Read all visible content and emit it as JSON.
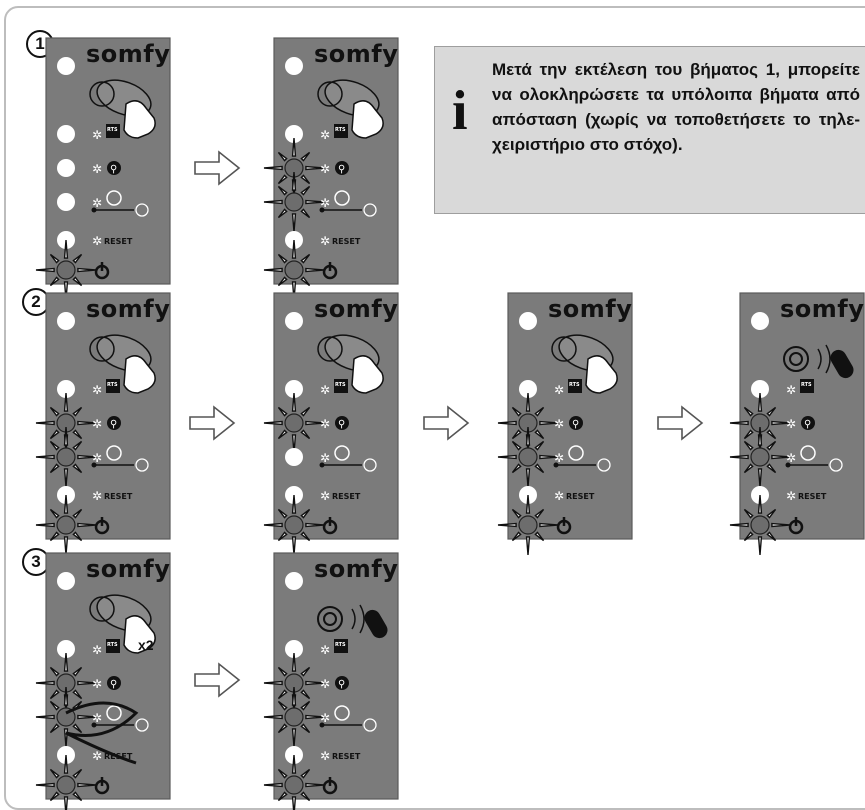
{
  "steps": [
    {
      "label": "1"
    },
    {
      "label": "2"
    },
    {
      "label": "3"
    }
  ],
  "brand": {
    "logo": "somfy"
  },
  "panel_labels": {
    "rts": "RTS",
    "reset": "RESET"
  },
  "info": {
    "icon": "i",
    "text": "Μετά την εκτέλεση του βήματος 1, μπορείτε να ολοκληρώσετε τα υπόλοιπα βήματα από απόσταση (χωρίς να τοποθετήσετε το τηλε-χειριστήριο στο στόχο)."
  },
  "multiplier": "x2",
  "panels": [
    {
      "id": "s1a",
      "blink": [
        false,
        false,
        false,
        false,
        true
      ],
      "remote": "touch"
    },
    {
      "id": "s1b",
      "blink": [
        false,
        true,
        true,
        false,
        true
      ],
      "remote": "touch"
    },
    {
      "id": "s2a",
      "blink": [
        false,
        true,
        true,
        false,
        true
      ],
      "remote": "touch"
    },
    {
      "id": "s2b",
      "blink": [
        false,
        true,
        false,
        false,
        true
      ],
      "remote": "touch"
    },
    {
      "id": "s2c",
      "blink": [
        false,
        true,
        true,
        false,
        true
      ],
      "remote": "touch"
    },
    {
      "id": "s2d",
      "blink": [
        false,
        true,
        true,
        false,
        true
      ],
      "remote": "remote"
    },
    {
      "id": "s3a",
      "blink": [
        false,
        true,
        true,
        false,
        true
      ],
      "remote": "touch-x2"
    },
    {
      "id": "s3b",
      "blink": [
        false,
        true,
        true,
        false,
        true
      ],
      "remote": "remote"
    }
  ],
  "colors": {
    "panel_bg": "#7b7b7b",
    "panel_border": "#5a5a5a",
    "info_bg": "#d9d9d9",
    "led_off": "#ffffff"
  },
  "icons": [
    "target-icon",
    "hand-icon",
    "remote-icon",
    "rts-icon",
    "pedestrian-icon",
    "timer-icon",
    "light-off-icon",
    "power-icon",
    "rotation-arrow-icon",
    "next-arrow-icon",
    "info-icon"
  ]
}
